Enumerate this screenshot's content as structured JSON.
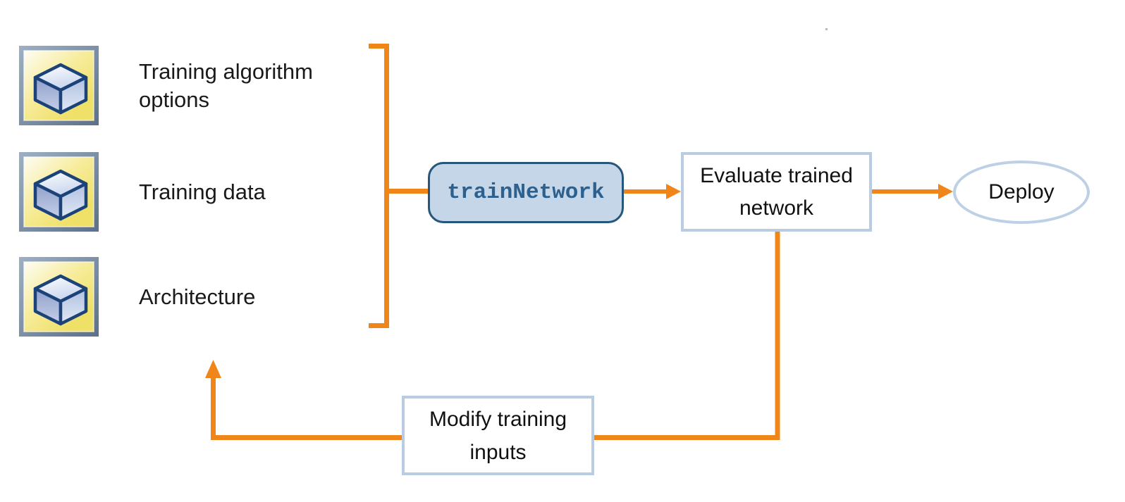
{
  "inputs": [
    {
      "label": "Training algorithm options",
      "icon": "cube-block-icon"
    },
    {
      "label": "Training data",
      "icon": "cube-block-icon"
    },
    {
      "label": "Architecture",
      "icon": "cube-block-icon"
    }
  ],
  "nodes": {
    "train_function": "trainNetwork",
    "evaluate": "Evaluate trained network",
    "deploy": "Deploy",
    "feedback": "Modify training inputs"
  },
  "connectors": {
    "bracket": "groups three training inputs",
    "flow": [
      "inputs to trainNetwork",
      "trainNetwork to Evaluate trained network",
      "Evaluate trained network to Deploy",
      "Evaluate trained network to Modify training inputs to inputs (feedback loop)"
    ]
  },
  "colors": {
    "arrow_orange": "#F0851A",
    "train_box_fill": "#C5D6E8",
    "train_box_border": "#25567B",
    "train_text": "#2B608F",
    "light_blue_border": "#B9CCE2",
    "ellipse_border": "#BED0E6",
    "icon_frame_blue_gray": "#7C91AB",
    "icon_bg_yellow": "#F0E168",
    "cube_outline": "#1C4379",
    "text_black": "#1A1A1A"
  }
}
